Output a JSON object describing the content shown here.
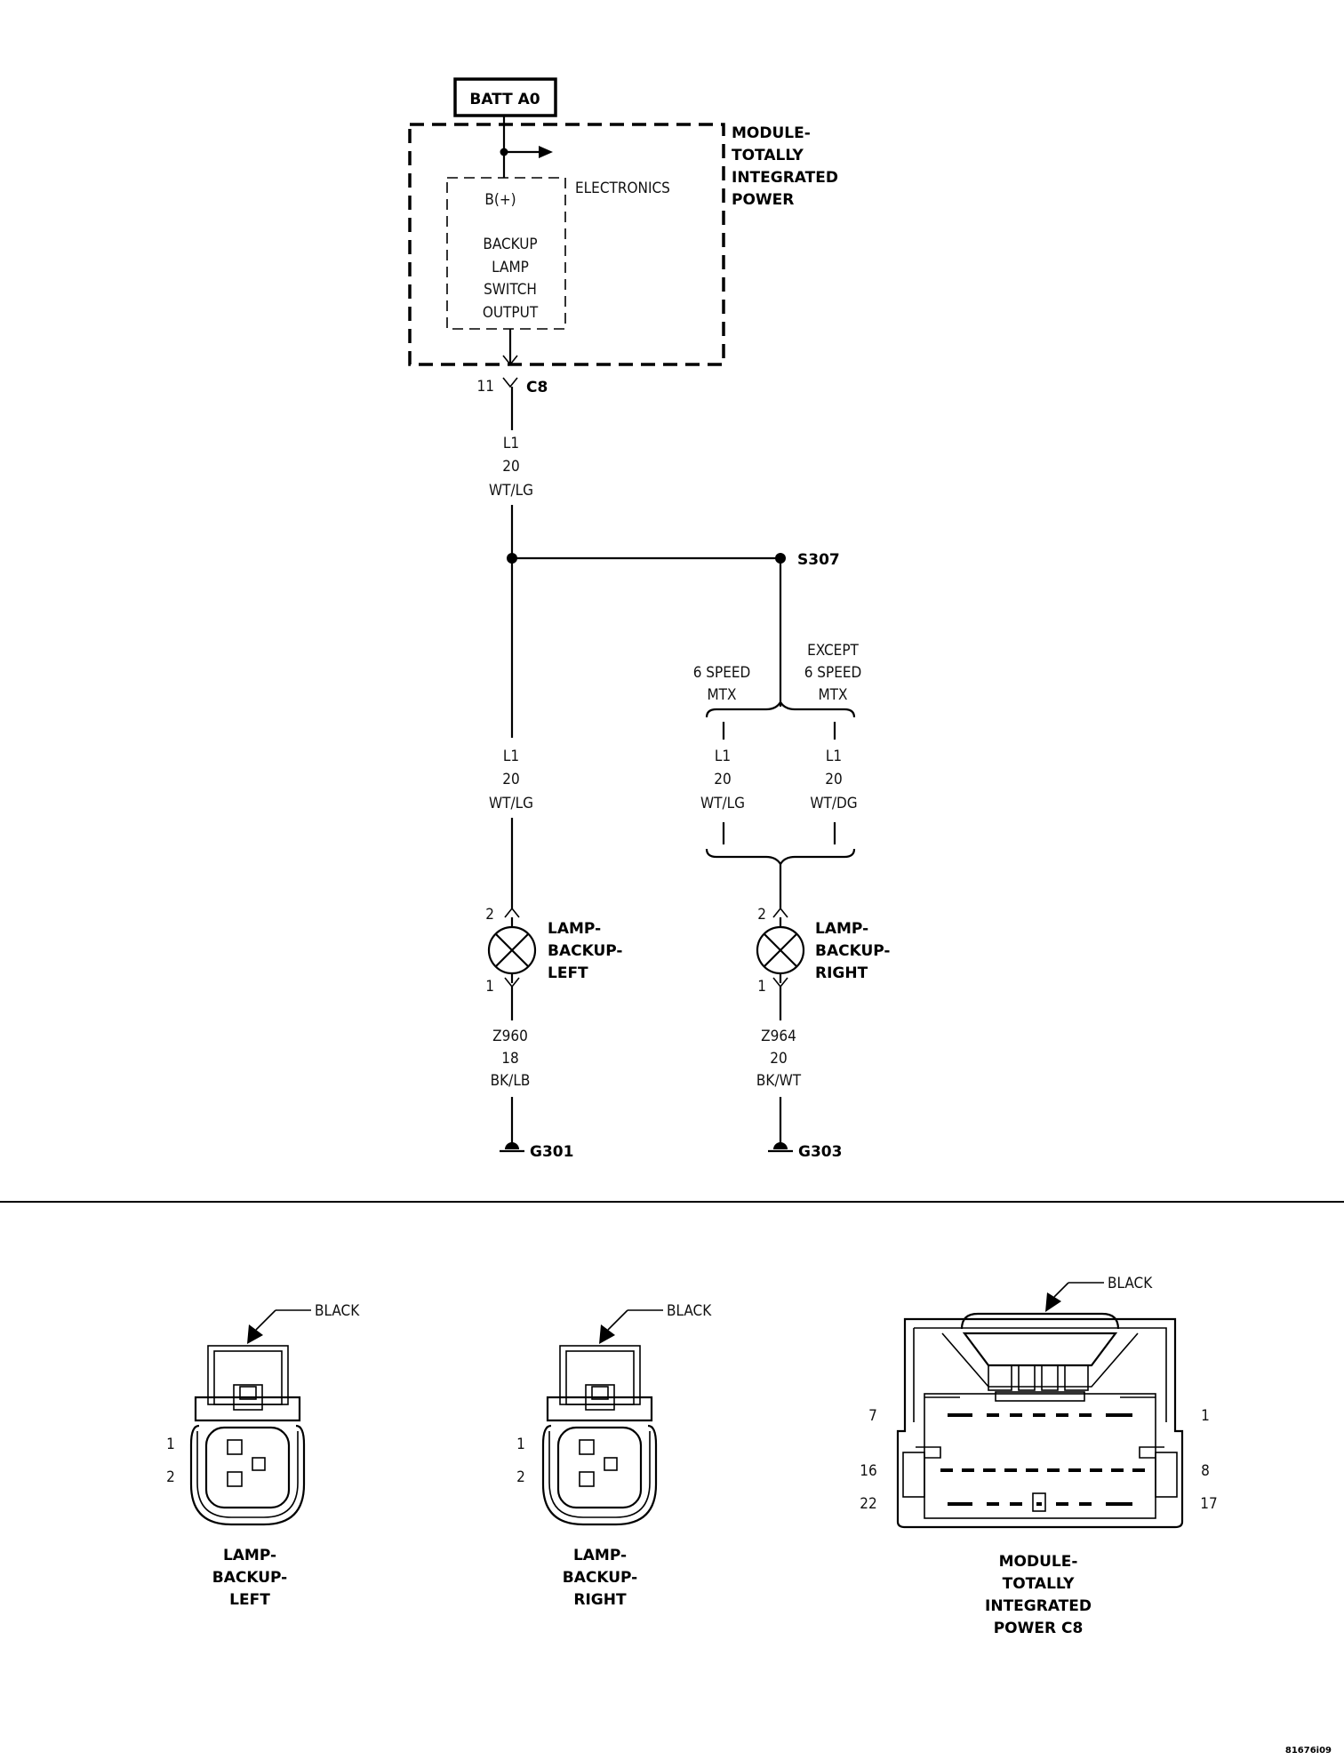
{
  "schematic": {
    "power_source": "BATT A0",
    "module_title": [
      "MODULE-",
      "TOTALLY",
      "INTEGRATED",
      "POWER"
    ],
    "electronics_label": "ELECTRONICS",
    "b_plus_label": "B(+)",
    "internal_function": [
      "BACKUP",
      "LAMP",
      "SWITCH",
      "OUTPUT"
    ],
    "module_connector": {
      "pin": "11",
      "name": "C8"
    },
    "feed_wire": [
      "L1",
      "20",
      "WT/LG"
    ],
    "splice": "S307",
    "left_branch_wire": [
      "L1",
      "20",
      "WT/LG"
    ],
    "option_a_label": [
      "6 SPEED",
      "MTX"
    ],
    "option_b_label": [
      "EXCEPT",
      "6 SPEED",
      "MTX"
    ],
    "option_a_wire": [
      "L1",
      "20",
      "WT/LG"
    ],
    "option_b_wire": [
      "L1",
      "20",
      "WT/DG"
    ],
    "left_lamp": {
      "title": [
        "LAMP-",
        "BACKUP-",
        "LEFT"
      ],
      "pin_top": "2",
      "pin_bottom": "1",
      "ground_wire": [
        "Z960",
        "18",
        "BK/LB"
      ],
      "ground": "G301"
    },
    "right_lamp": {
      "title": [
        "LAMP-",
        "BACKUP-",
        "RIGHT"
      ],
      "pin_top": "2",
      "pin_bottom": "1",
      "ground_wire": [
        "Z964",
        "20",
        "BK/WT"
      ],
      "ground": "G303"
    }
  },
  "connectors": {
    "left": {
      "color": "BLACK",
      "pins": [
        "1",
        "2"
      ],
      "title": [
        "LAMP-",
        "BACKUP-",
        "LEFT"
      ]
    },
    "right": {
      "color": "BLACK",
      "pins": [
        "1",
        "2"
      ],
      "title": [
        "LAMP-",
        "BACKUP-",
        "RIGHT"
      ]
    },
    "module": {
      "color": "BLACK",
      "pins_left": [
        "7",
        "16",
        "22"
      ],
      "pins_right": [
        "1",
        "8",
        "17"
      ],
      "title": [
        "MODULE-",
        "TOTALLY",
        "INTEGRATED",
        "POWER C8"
      ]
    }
  },
  "figure_id": "81676i09"
}
